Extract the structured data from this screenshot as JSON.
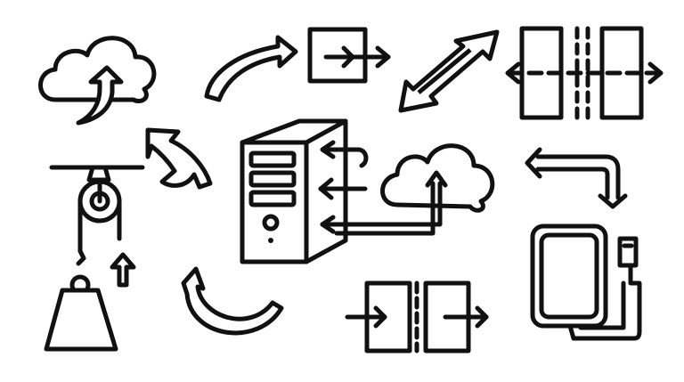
{
  "page": {
    "title": "",
    "background": "#ffffff",
    "stroke_color": "#111111"
  },
  "icons": [
    {
      "key": "cloud-upload",
      "name": "cloud-upload-icon"
    },
    {
      "key": "curved-arrow-top",
      "name": "curved-arrow-right-icon"
    },
    {
      "key": "arrow-into-box",
      "name": "arrow-into-box-icon"
    },
    {
      "key": "double-arrow-diagonal",
      "name": "double-diagonal-arrow-icon"
    },
    {
      "key": "split-panels",
      "name": "split-panels-expand-icon"
    },
    {
      "key": "swap-arrows",
      "name": "swap-arrows-icon"
    },
    {
      "key": "server-tower",
      "name": "server-tower-icon"
    },
    {
      "key": "cloud-connect",
      "name": "cloud-connect-icon"
    },
    {
      "key": "return-arrow",
      "name": "return-arrow-icon"
    },
    {
      "key": "pulley-weight",
      "name": "pulley-weight-icon"
    },
    {
      "key": "curved-arrow-bottom",
      "name": "curved-arrow-return-icon"
    },
    {
      "key": "arrow-through-panels",
      "name": "arrow-through-panels-icon"
    },
    {
      "key": "external-drive",
      "name": "external-drive-usb-icon"
    }
  ]
}
